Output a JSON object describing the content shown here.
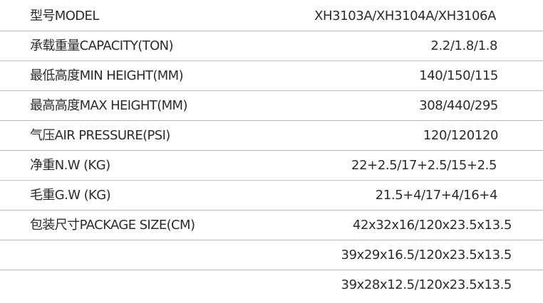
{
  "specs": {
    "model": {
      "label": "型号MODEL",
      "value": "XH3103A/XH3104A/XH3106A"
    },
    "capacity": {
      "label": "承载重量CAPACITY(TON)",
      "value": "2.2/1.8/1.8"
    },
    "min_height": {
      "label": "最低高度MIN HEIGHT(MM)",
      "value": "140/150/115"
    },
    "max_height": {
      "label": "最高高度MAX HEIGHT(MM)",
      "value": "308/440/295"
    },
    "air_pressure": {
      "label": "气压AIR PRESSURE(PSI)",
      "value": "120/120120"
    },
    "net_weight": {
      "label": "净重N.W (KG)",
      "value": "22+2.5/17+2.5/15+2.5"
    },
    "gross_weight": {
      "label": "毛重G.W (KG)",
      "value": "21.5+4/17+4/16+4"
    },
    "package_size": {
      "label": "包装尺寸PACKAGE SIZE(CM)",
      "values": [
        "42x32x16/120x23.5x13.5",
        "39x29x16.5/120x23.5x13.5",
        "39x28x12.5/120x23.5x13.5"
      ]
    }
  }
}
